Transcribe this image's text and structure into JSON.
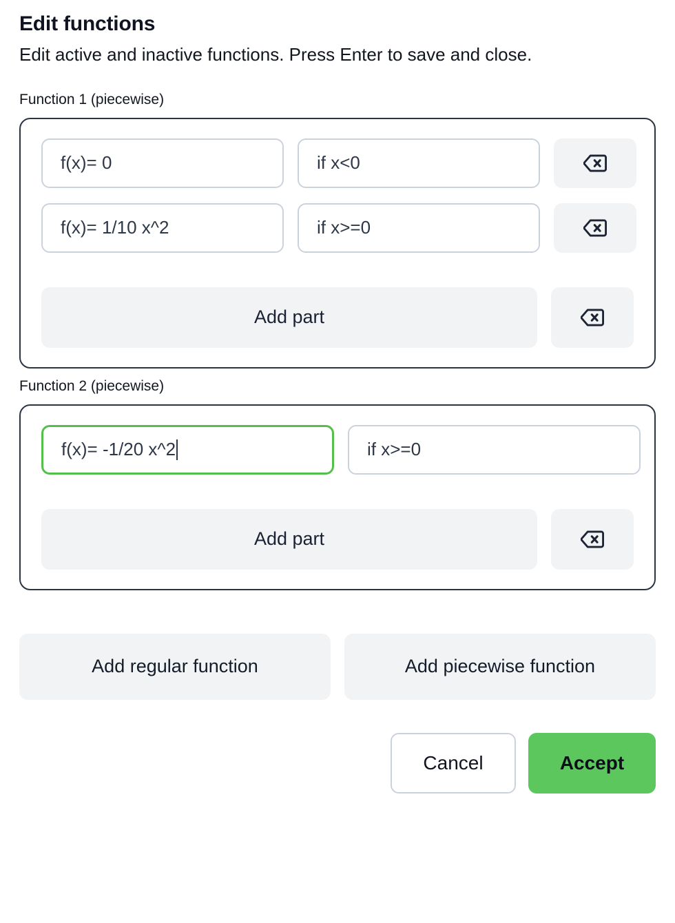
{
  "dialog": {
    "title": "Edit functions",
    "description": "Edit active and inactive functions. Press Enter to save and close."
  },
  "colors": {
    "accent_green": "#5cc75c",
    "focus_green": "#54bf4a",
    "card_border": "#2b3443",
    "input_border": "#ccd2dc",
    "muted_button_bg": "#f1f3f5",
    "text": "#0f1420"
  },
  "icons": {
    "delete_part": "backspace-delete-icon"
  },
  "functions": [
    {
      "label": "Function 1 (piecewise)",
      "parts": [
        {
          "expression": "f(x)= 0",
          "condition": "if x<0",
          "focused": false,
          "has_delete": true
        },
        {
          "expression": "f(x)= 1/10 x^2",
          "condition": "if x>=0",
          "focused": false,
          "has_delete": true
        }
      ],
      "add_part_label": "Add part",
      "has_delete_function": true
    },
    {
      "label": "Function 2 (piecewise)",
      "parts": [
        {
          "expression": "f(x)= -1/20 x^2",
          "condition": "if x>=0",
          "focused": true,
          "has_delete": false
        }
      ],
      "add_part_label": "Add part",
      "has_delete_function": true
    }
  ],
  "actions": {
    "add_regular_function": "Add regular function",
    "add_piecewise_function": "Add piecewise function"
  },
  "footer": {
    "cancel": "Cancel",
    "accept": "Accept"
  }
}
